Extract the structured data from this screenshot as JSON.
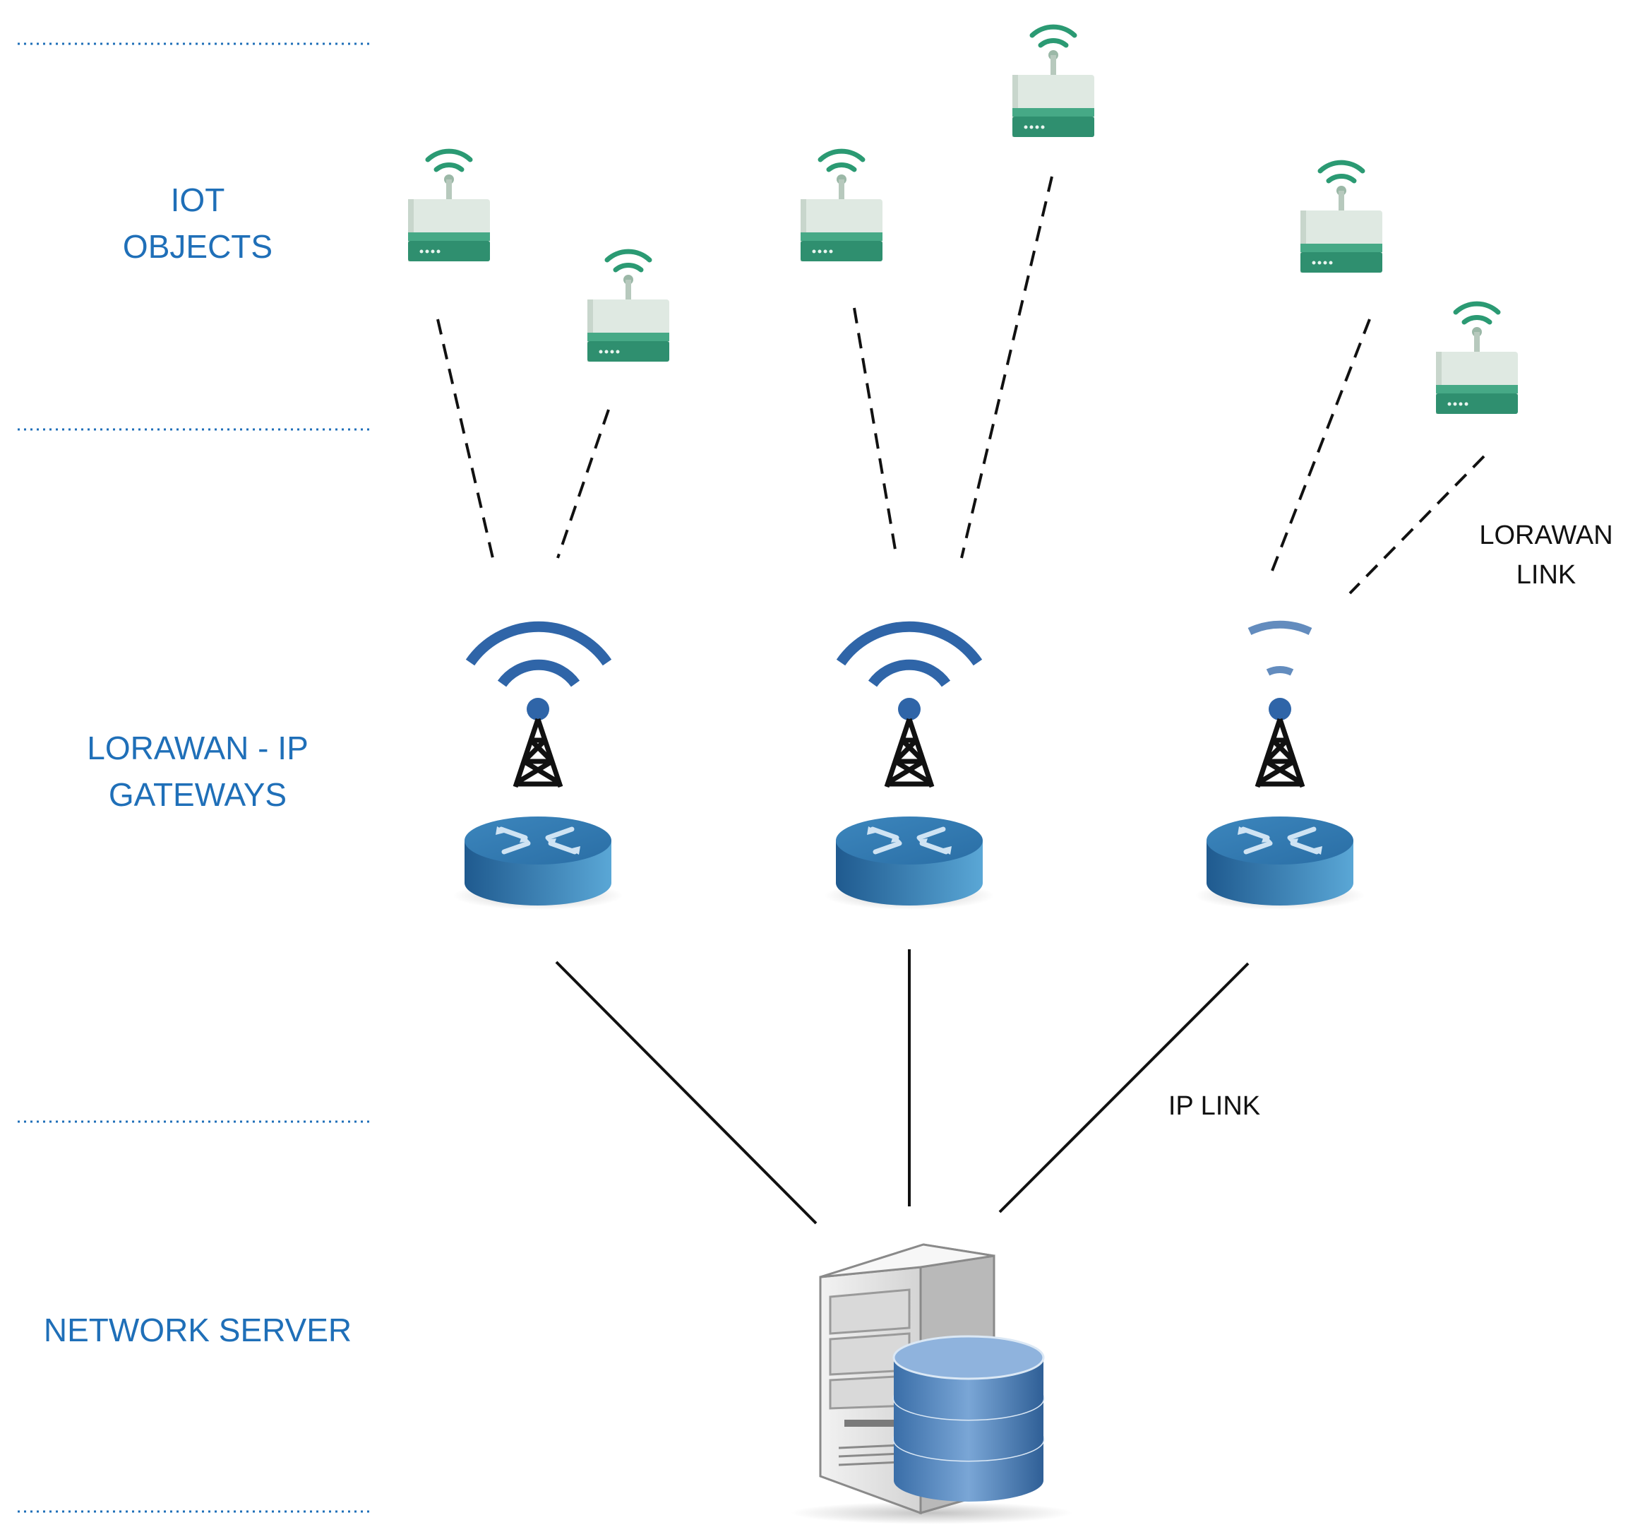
{
  "tiers": {
    "iot_objects": {
      "line1": "IOT",
      "line2": "OBJECTS"
    },
    "gateways": {
      "line1": "LORAWAN - IP",
      "line2": "GATEWAYS"
    },
    "network_server": {
      "label": "NETWORK SERVER"
    }
  },
  "links": {
    "lorawan": {
      "line1": "LORAWAN",
      "line2": "LINK"
    },
    "ip": {
      "label": "IP LINK"
    }
  },
  "colors": {
    "tier_text": "#1f6fb8",
    "device_body": "#dfe9e2",
    "device_band": "#2f9a78",
    "wifi_signal": "#2b9a73",
    "gateway_signal": "#2f65a8",
    "router_body": "#2e6fa3",
    "server_disk": "#4f80b8"
  },
  "icons": {
    "device": "iot-device-icon",
    "gateway_antenna": "radio-tower-icon",
    "router": "router-icon",
    "server": "server-database-icon"
  }
}
